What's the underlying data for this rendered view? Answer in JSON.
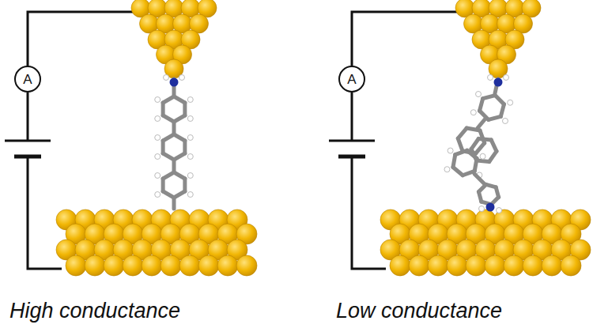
{
  "diagram": {
    "nodes": [
      {
        "text": [
          "A"
        ]
      },
      {
        "text": [
          "A"
        ]
      }
    ],
    "labels": [
      "High conductance",
      "Low conductance"
    ]
  }
}
